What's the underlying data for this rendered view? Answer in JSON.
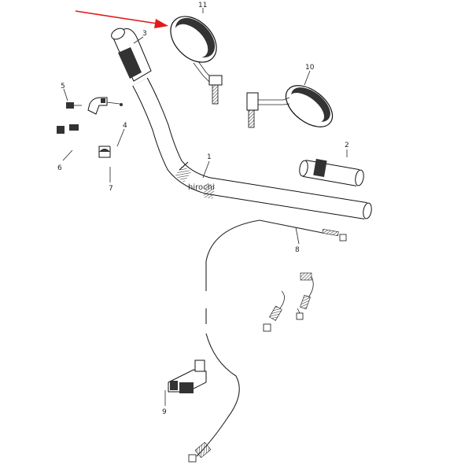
{
  "diagram": {
    "callouts": [
      {
        "id": "part-label-1",
        "text": "1"
      },
      {
        "id": "part-label-2",
        "text": "2"
      },
      {
        "id": "part-label-3",
        "text": "3"
      },
      {
        "id": "part-label-4",
        "text": "4"
      },
      {
        "id": "part-label-5",
        "text": "5"
      },
      {
        "id": "part-label-6",
        "text": "6"
      },
      {
        "id": "part-label-7",
        "text": "7"
      },
      {
        "id": "part-label-8",
        "text": "8"
      },
      {
        "id": "part-label-9",
        "text": "9"
      },
      {
        "id": "part-label-10",
        "text": "10"
      },
      {
        "id": "part-label-11",
        "text": "11"
      }
    ],
    "watermark": "hirochi",
    "pointer_arrow_color": "#e01a1a",
    "line_color": "#222222"
  }
}
